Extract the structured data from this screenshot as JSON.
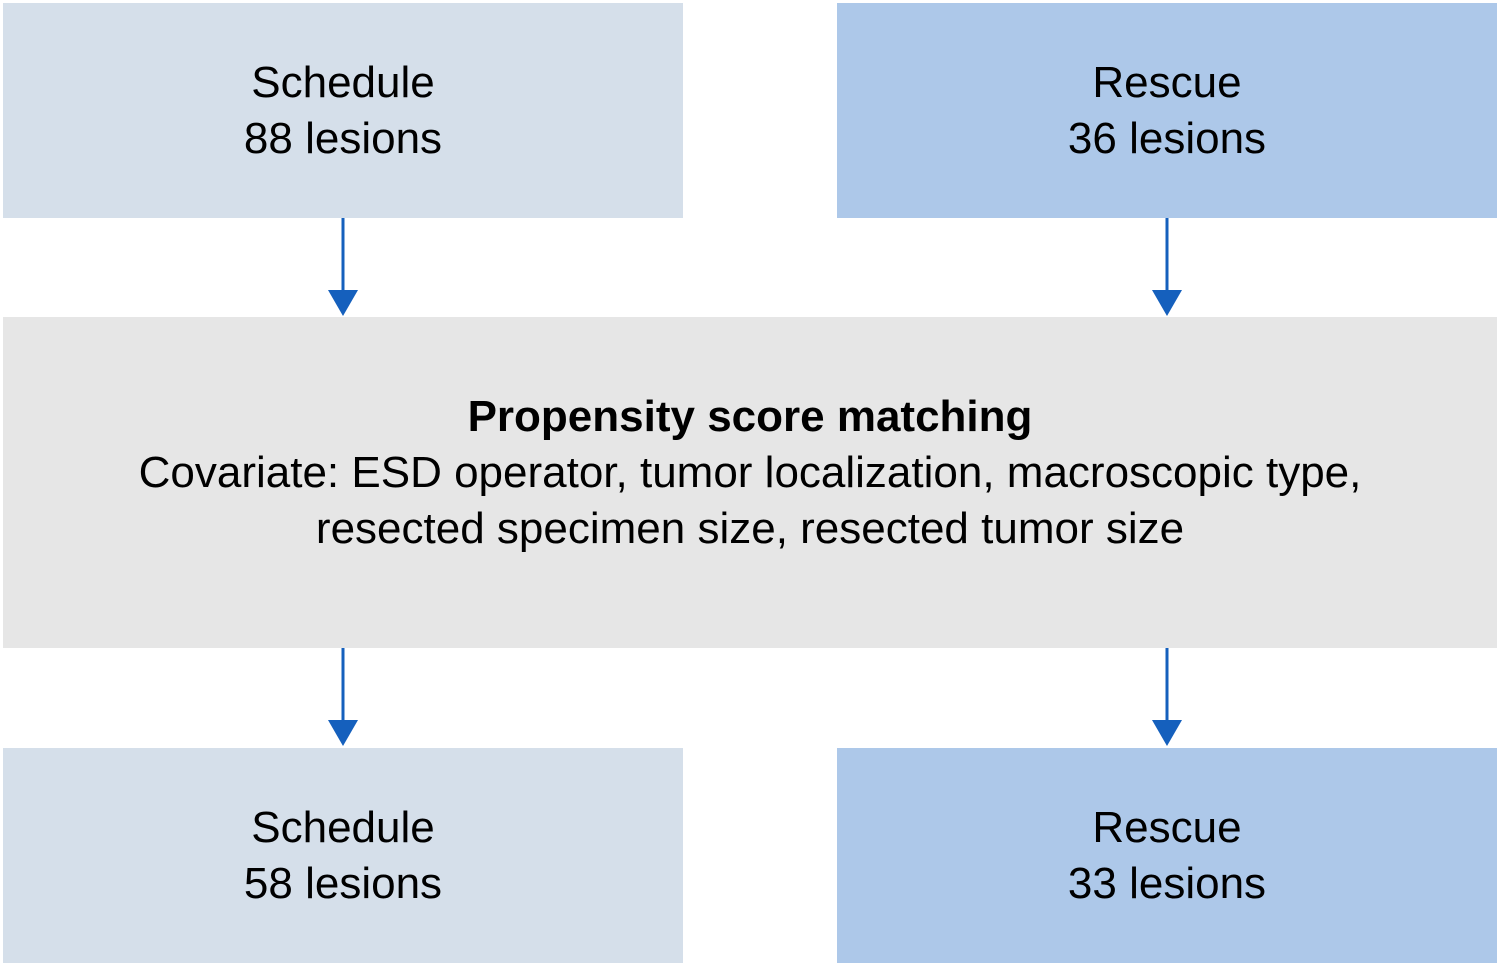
{
  "top_left": {
    "title": "Schedule",
    "count": "88 lesions"
  },
  "top_right": {
    "title": "Rescue",
    "count": "36 lesions"
  },
  "middle": {
    "title": "Propensity score matching",
    "line1": "Covariate: ESD operator, tumor localization, macroscopic type,",
    "line2": "resected specimen size, resected tumor size"
  },
  "bottom_left": {
    "title": "Schedule",
    "count": "58 lesions"
  },
  "bottom_right": {
    "title": "Rescue",
    "count": "33 lesions"
  },
  "colors": {
    "schedule_box": "#d5dfea",
    "rescue_box": "#adc8e9",
    "matching_box": "#e6e6e6",
    "arrow": "#1560bd"
  }
}
